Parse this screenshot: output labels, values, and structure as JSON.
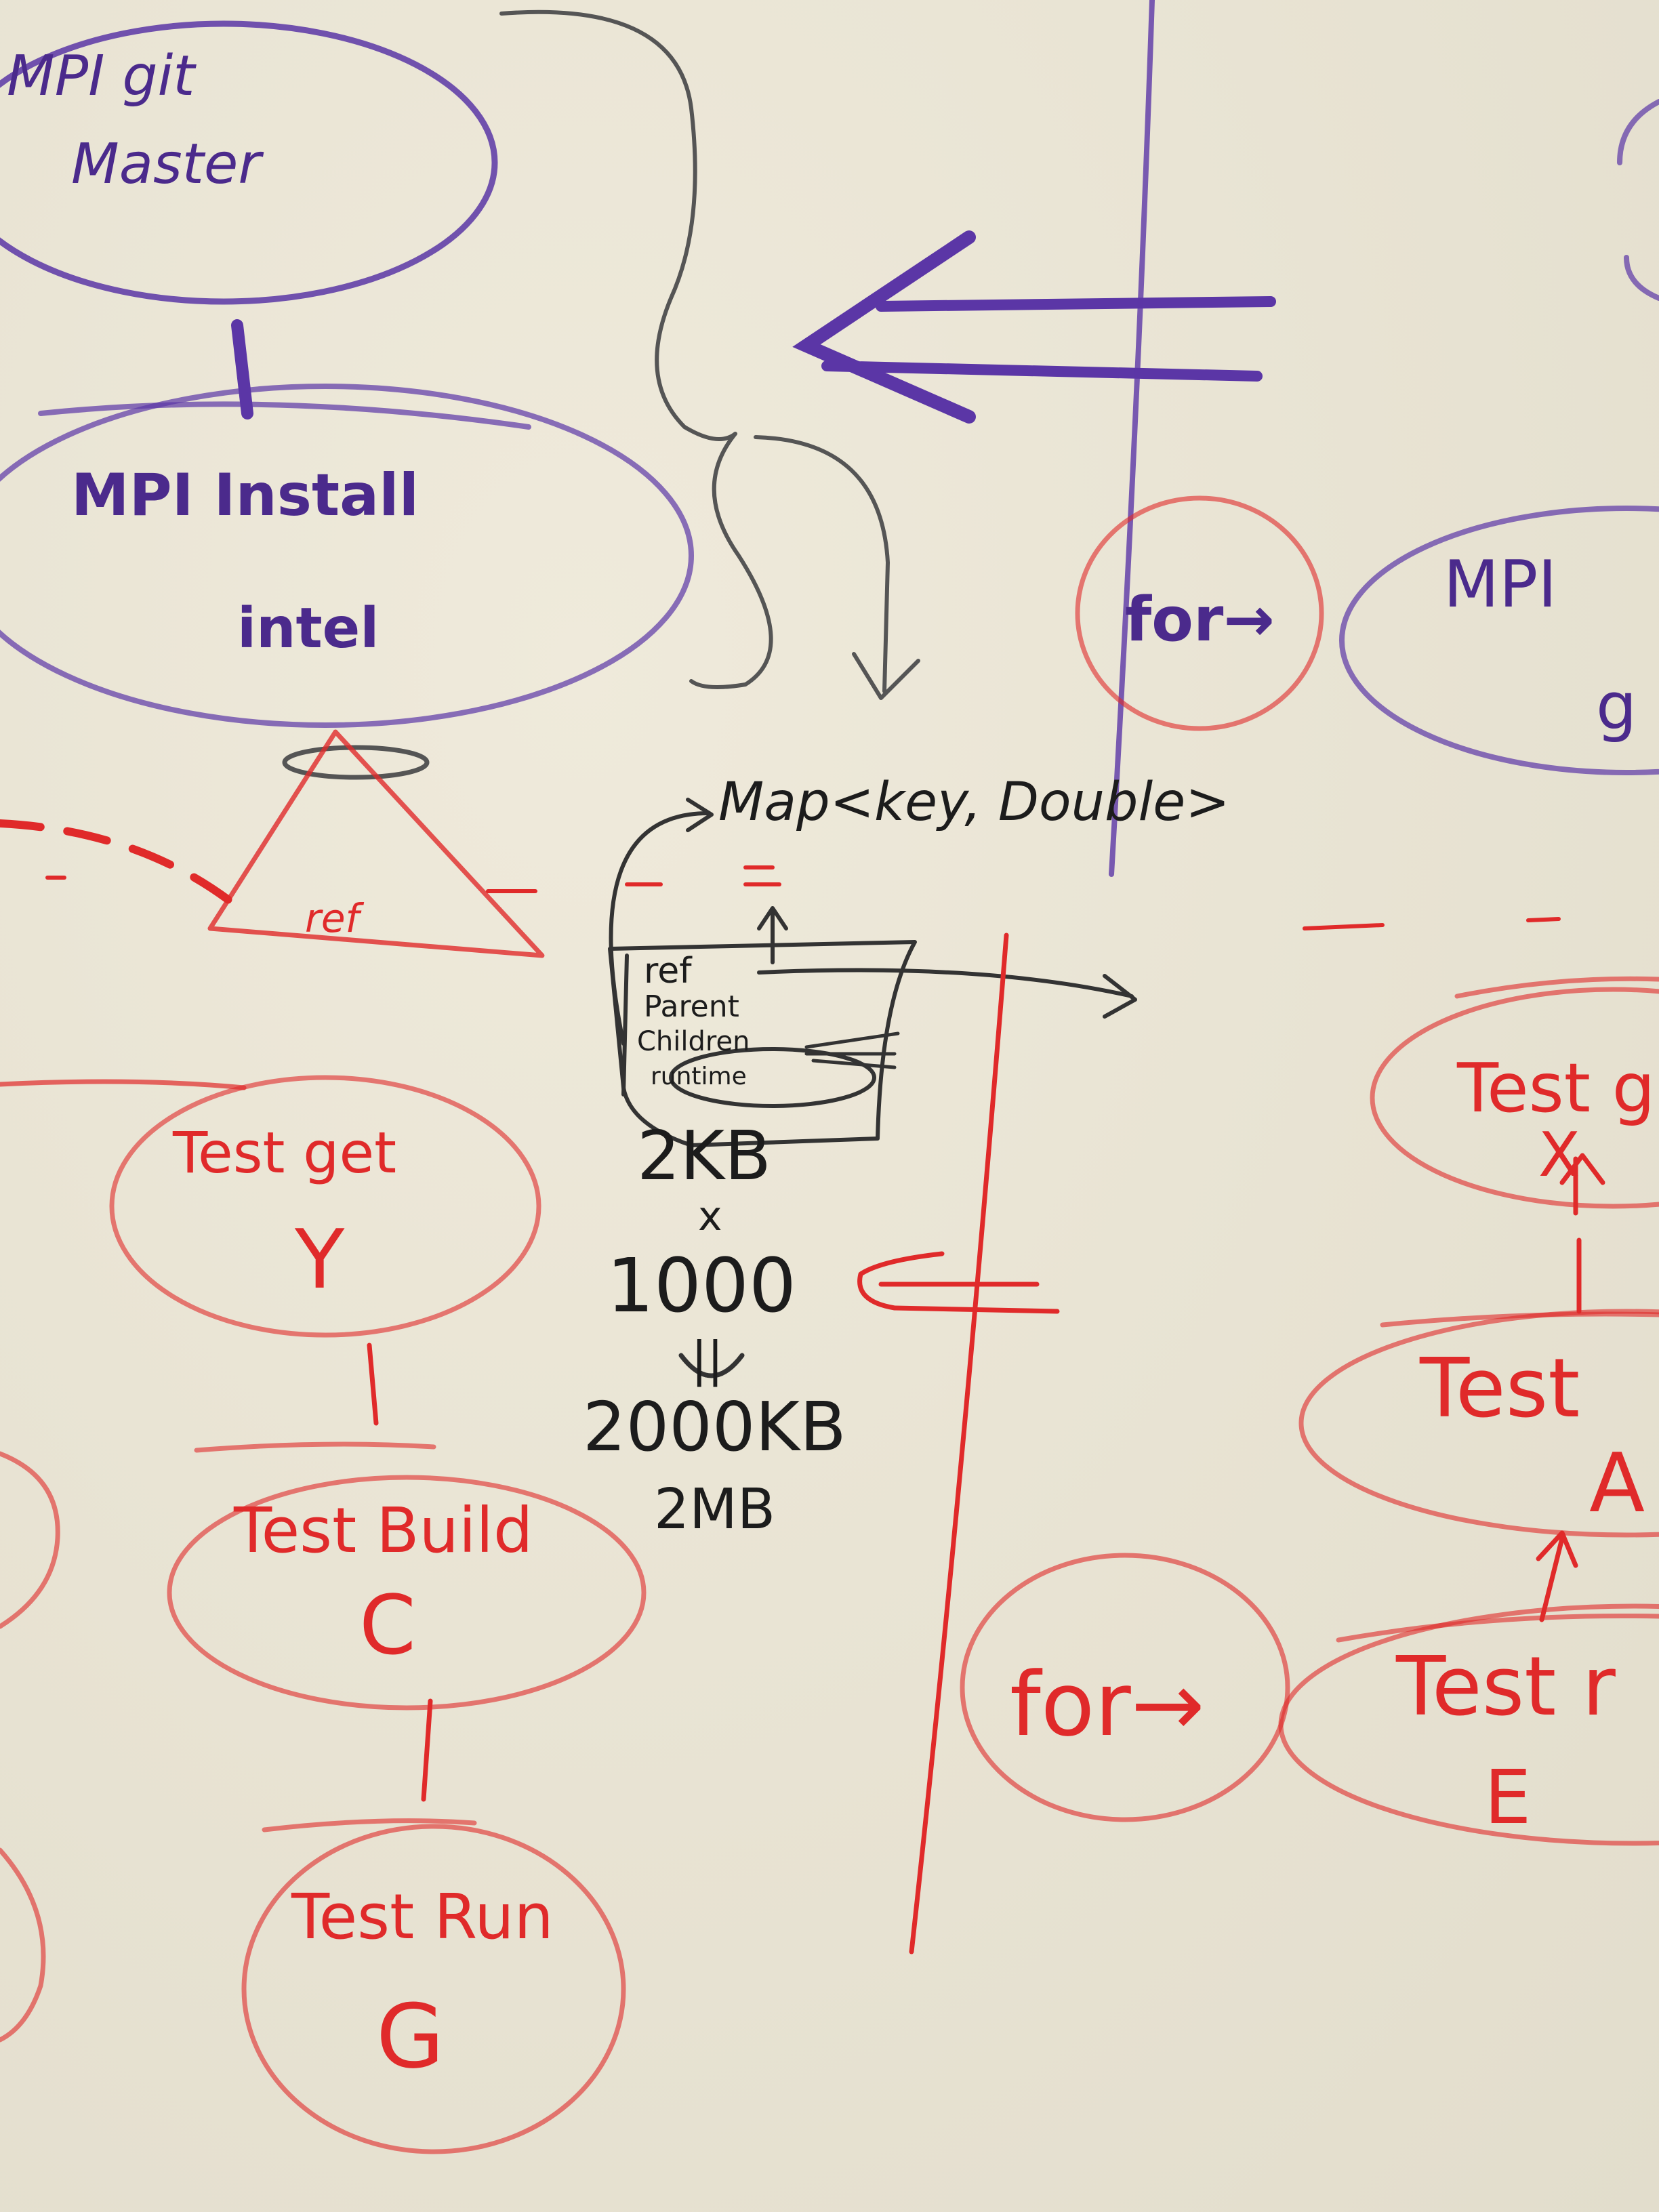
{
  "colors": {
    "board": "#e9e4d4",
    "purple_marker": "#5b36a6",
    "purple_text": "#4b2a8c",
    "red_marker": "#e02a2a",
    "red_light": "#e87d7d",
    "black_marker": "#1c1c1c",
    "gray_marker": "#555555"
  },
  "purple_nodes": {
    "mpi_master_line1": "MPI git",
    "mpi_master_line2": "Master",
    "mpi_intel_line1": "MPI Install",
    "mpi_intel_line2": "intel",
    "for_top": "for→",
    "mpi_right": "MPI",
    "mpi_right_sub": "g"
  },
  "ref_triangle_label": "ref",
  "map_text": "Map<key, Double>",
  "struct_fields": [
    "ref",
    "Parent",
    "Children",
    "runtime"
  ],
  "calc": {
    "line1": "2KB",
    "line2": "x",
    "line3": "1000",
    "line4": "||",
    "line5": "2000KB",
    "line6": "2MB"
  },
  "red_nodes": {
    "test_get_line1": "Test get",
    "test_get_line2": "Y",
    "test_build_line1": "Test Build",
    "test_build_line2": "C",
    "test_run_line1": "Test Run",
    "test_run_line2": "G",
    "for_bottom": "for→",
    "right_top_line1": "Test g",
    "right_top_line2": "X",
    "right_mid_line1": "Test",
    "right_mid_line2": "A",
    "right_bottom_line1": "Test r",
    "right_bottom_line2": "E"
  }
}
